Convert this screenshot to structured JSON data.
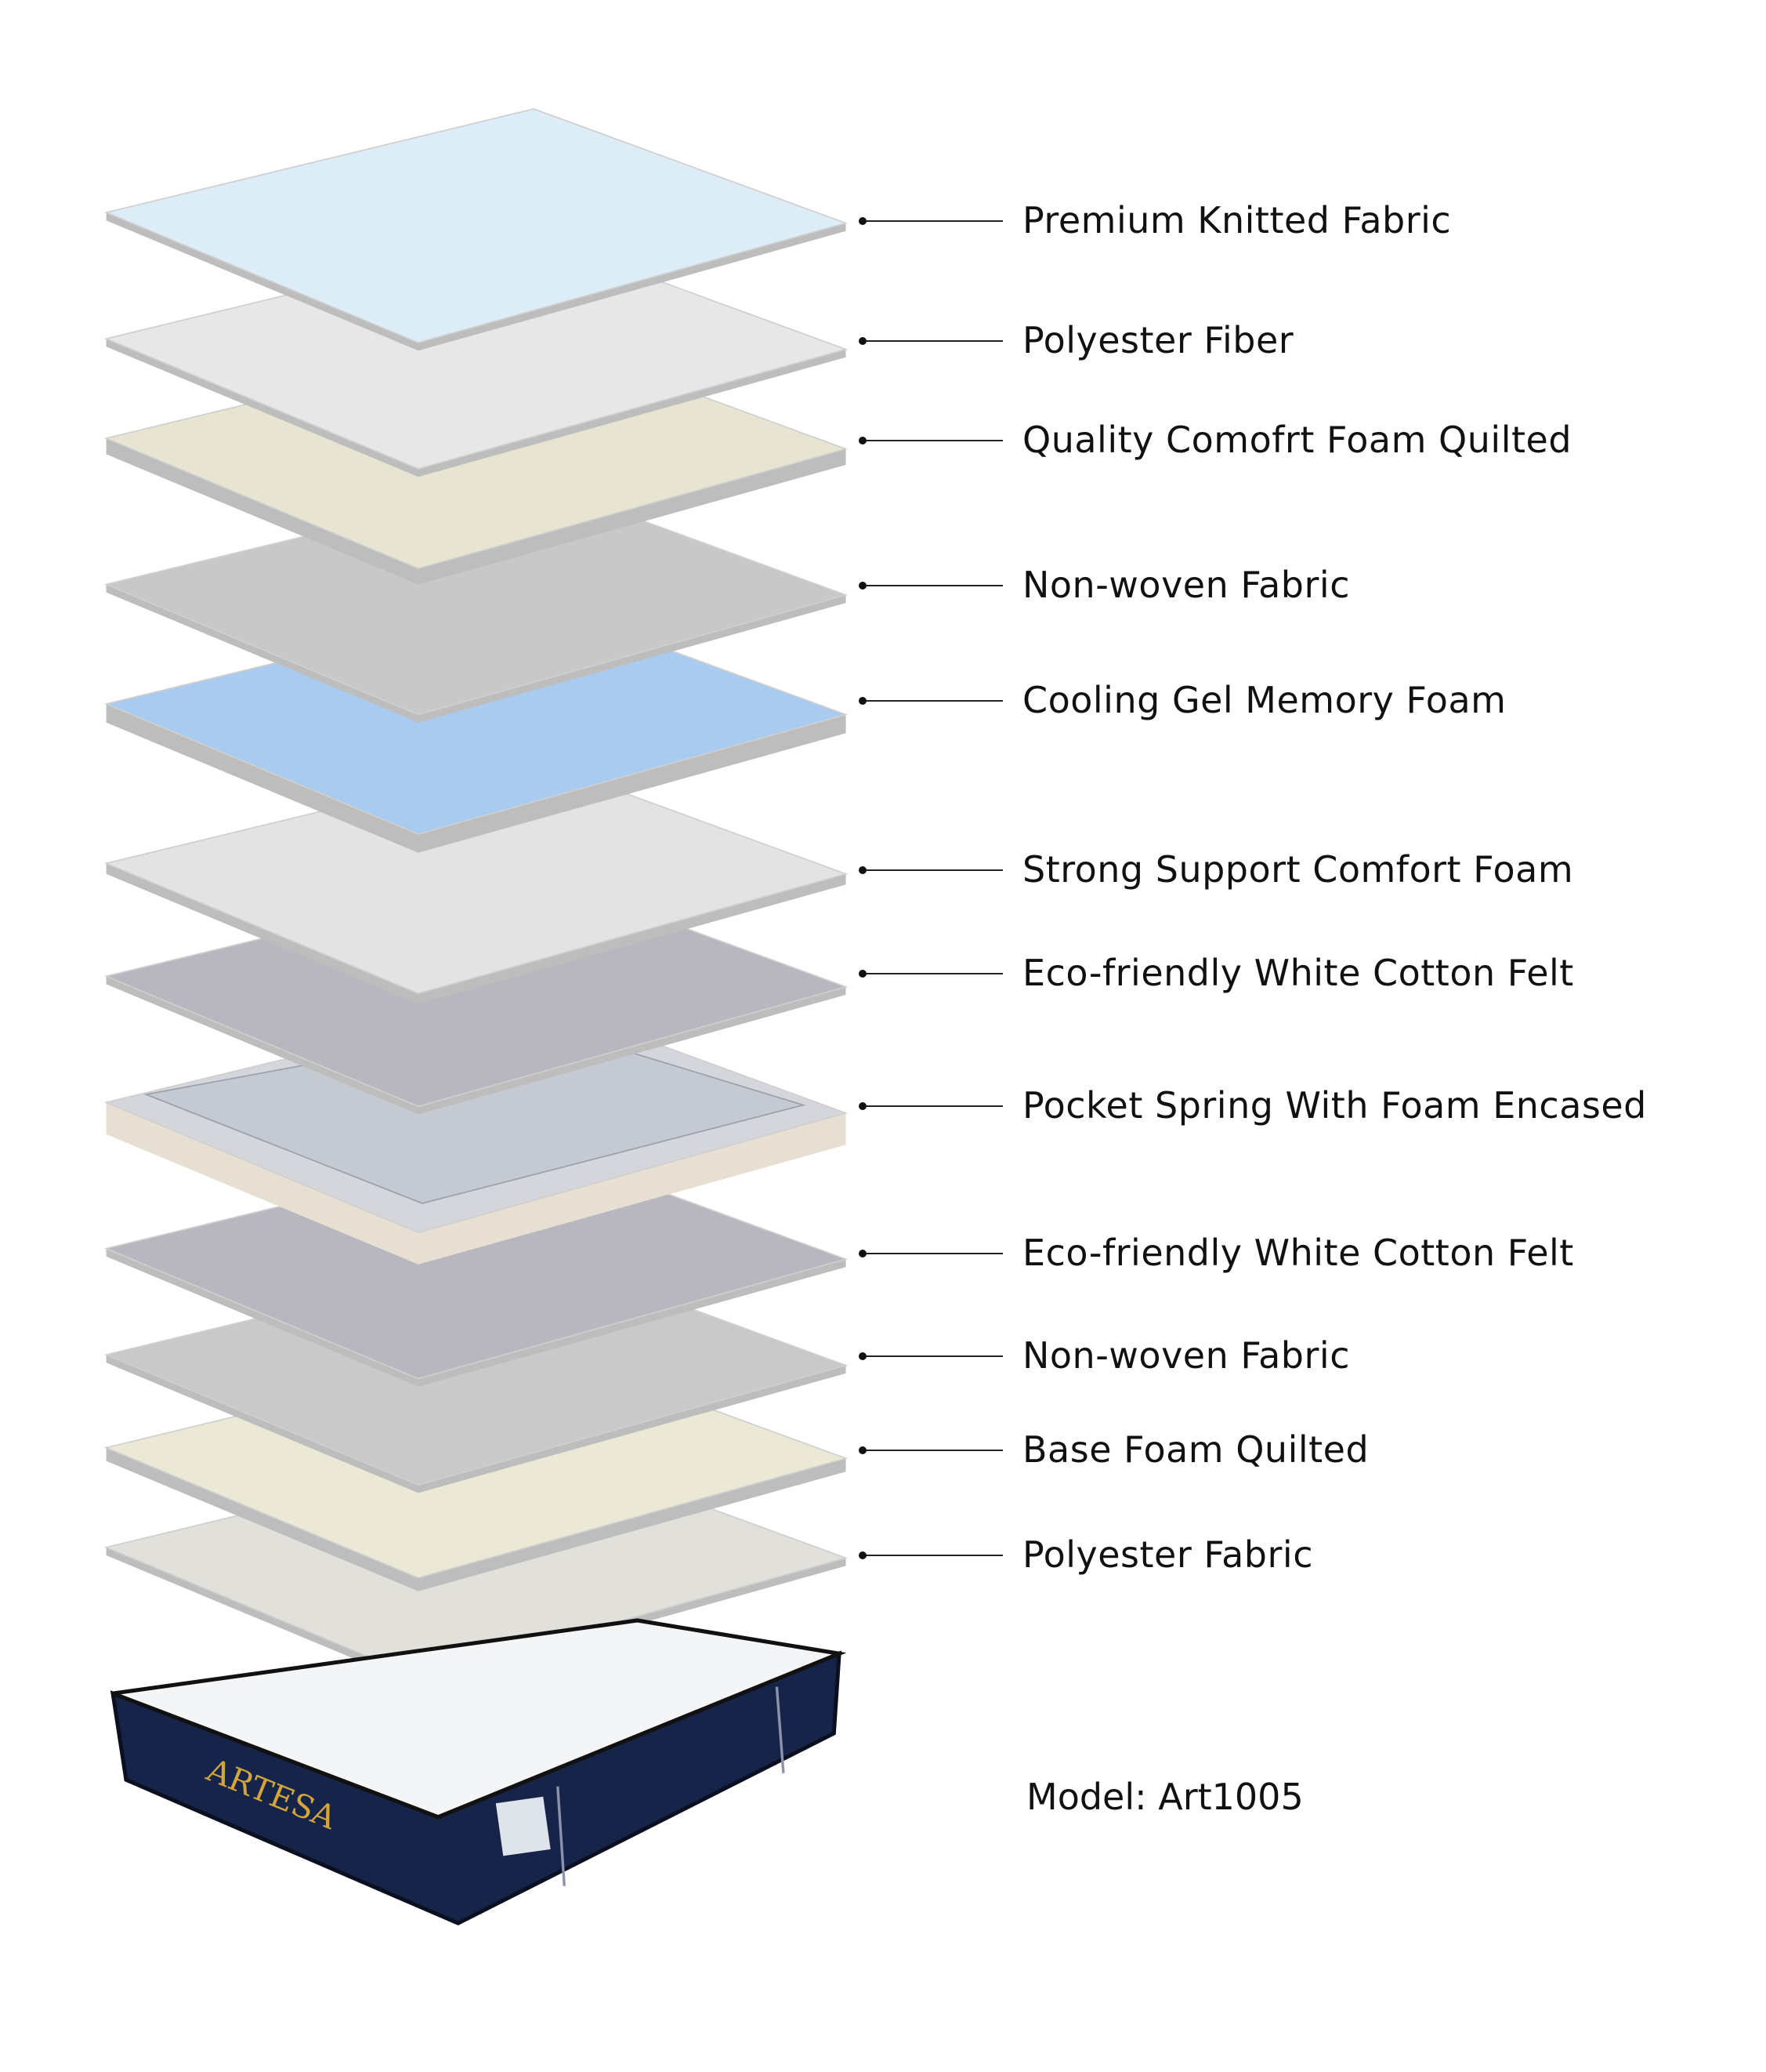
{
  "layers": [
    {
      "label": "Premium Knitted Fabric",
      "color": "#dcedf7"
    },
    {
      "label": "Polyester Fiber",
      "color": "#e7e7e7"
    },
    {
      "label": "Quality Comofrt Foam Quilted",
      "color": "#e7e5d1"
    },
    {
      "label": "Non-woven Fabric",
      "color": "#c8c8c8"
    },
    {
      "label": "Cooling Gel Memory Foam",
      "color": "#a9cbf0"
    },
    {
      "label": "Strong Support Comfort Foam",
      "color": "#e3e3e3"
    },
    {
      "label": "Eco-friendly White Cotton Felt",
      "color": "#b8b6bf"
    },
    {
      "label": "Pocket Spring With Foam Encased",
      "color": "#d4d6dc"
    },
    {
      "label": "Eco-friendly White Cotton Felt",
      "color": "#b8b6bf"
    },
    {
      "label": "Non-woven Fabric",
      "color": "#c9c9c9"
    },
    {
      "label": "Base Foam Quilted",
      "color": "#ebe9d6"
    },
    {
      "label": "Polyester Fabric",
      "color": "#e2e0db"
    }
  ],
  "model": "Model: Art1005",
  "brand": "ARTESA",
  "colors": {
    "mattress_side": "#17244a",
    "brand_text": "#d4a53a"
  }
}
